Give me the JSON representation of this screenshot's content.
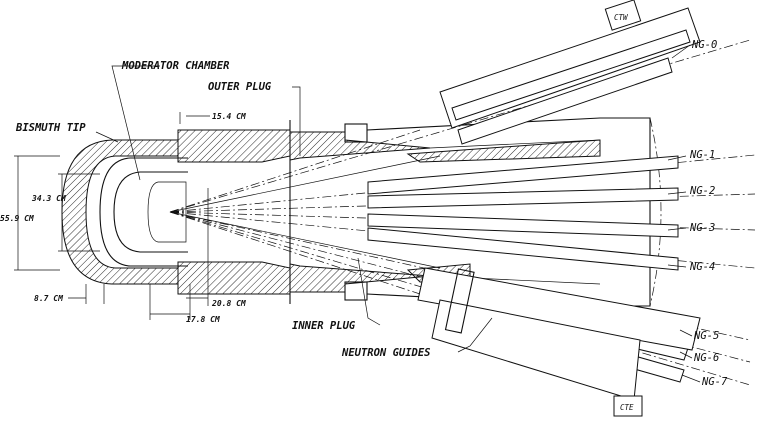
{
  "labels": {
    "moderator_chamber": "MODERATOR CHAMBER",
    "outer_plug": "OUTER PLUG",
    "bismuth_tip": "BISMUTH TIP",
    "inner_plug": "INNER PLUG",
    "neutron_guides": "NEUTRON GUIDES",
    "ctw": "CTW",
    "cte": "CTE"
  },
  "dimensions": {
    "d_15_4": "15.4 CM",
    "d_34_3": "34.3 CM",
    "d_55_9": "55.9 CM",
    "d_8_7": "8.7 CM",
    "d_20_8": "20.8 CM",
    "d_17_8": "17.8 CM"
  },
  "guides": [
    "NG-0",
    "NG-1",
    "NG-2",
    "NG-3",
    "NG-4",
    "NG-5",
    "NG-6",
    "NG-7"
  ]
}
